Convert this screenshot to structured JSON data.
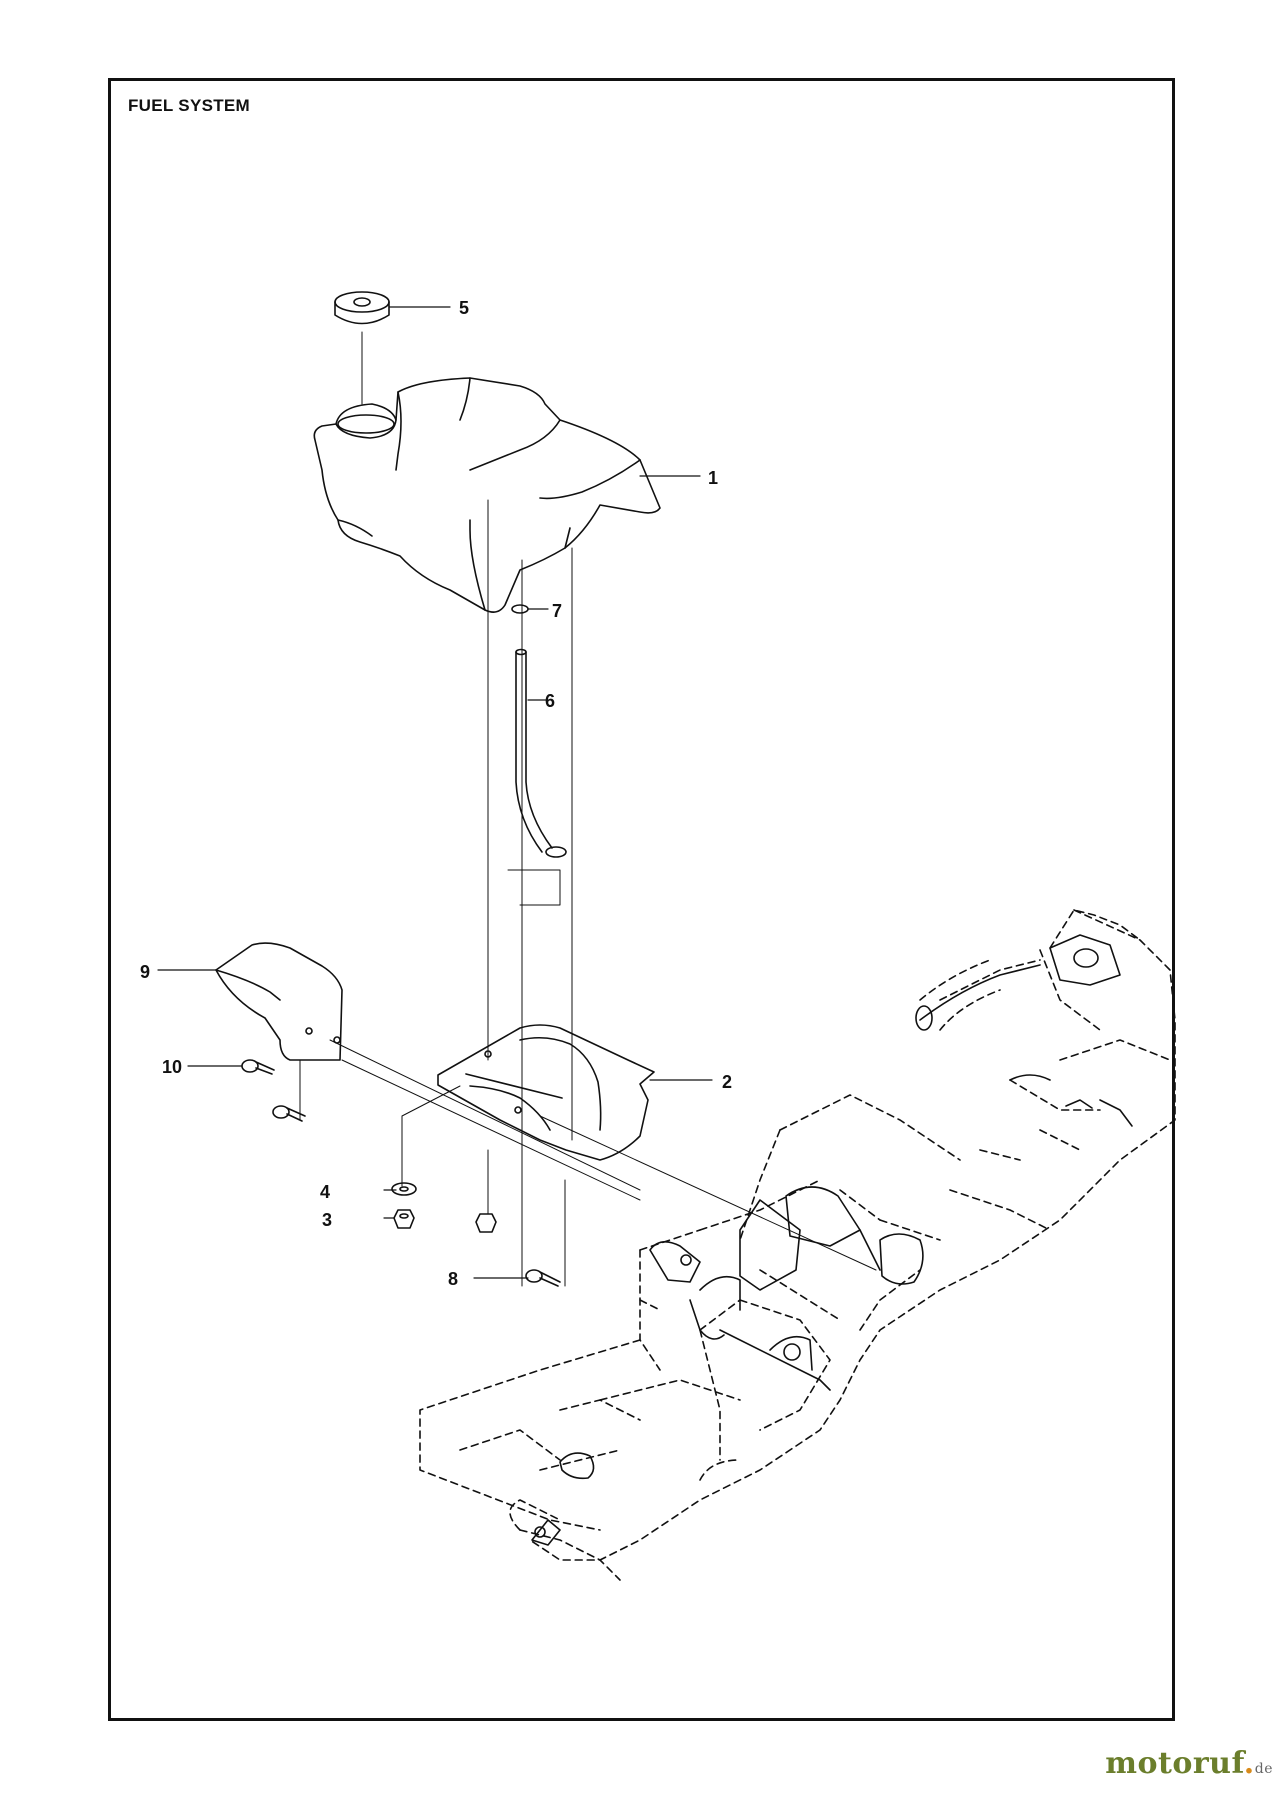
{
  "title": "FUEL SYSTEM",
  "callouts": [
    {
      "id": "c1",
      "label": "1",
      "part": "fuel-tank"
    },
    {
      "id": "c2",
      "label": "2",
      "part": "tank-bracket"
    },
    {
      "id": "c3",
      "label": "3",
      "part": "nut"
    },
    {
      "id": "c4",
      "label": "4",
      "part": "washer"
    },
    {
      "id": "c5",
      "label": "5",
      "part": "fuel-cap"
    },
    {
      "id": "c6",
      "label": "6",
      "part": "fuel-hose"
    },
    {
      "id": "c7",
      "label": "7",
      "part": "hose-clamp"
    },
    {
      "id": "c8",
      "label": "8",
      "part": "screw"
    },
    {
      "id": "c9",
      "label": "9",
      "part": "cover"
    },
    {
      "id": "c10",
      "label": "10",
      "part": "screw"
    }
  ],
  "watermark": {
    "brand_main": "motoruf",
    "brand_dot": ".",
    "brand_tld": "de"
  },
  "colors": {
    "line": "#111111",
    "brand_green": "#6b7e2c",
    "brand_orange": "#d88a1a"
  }
}
